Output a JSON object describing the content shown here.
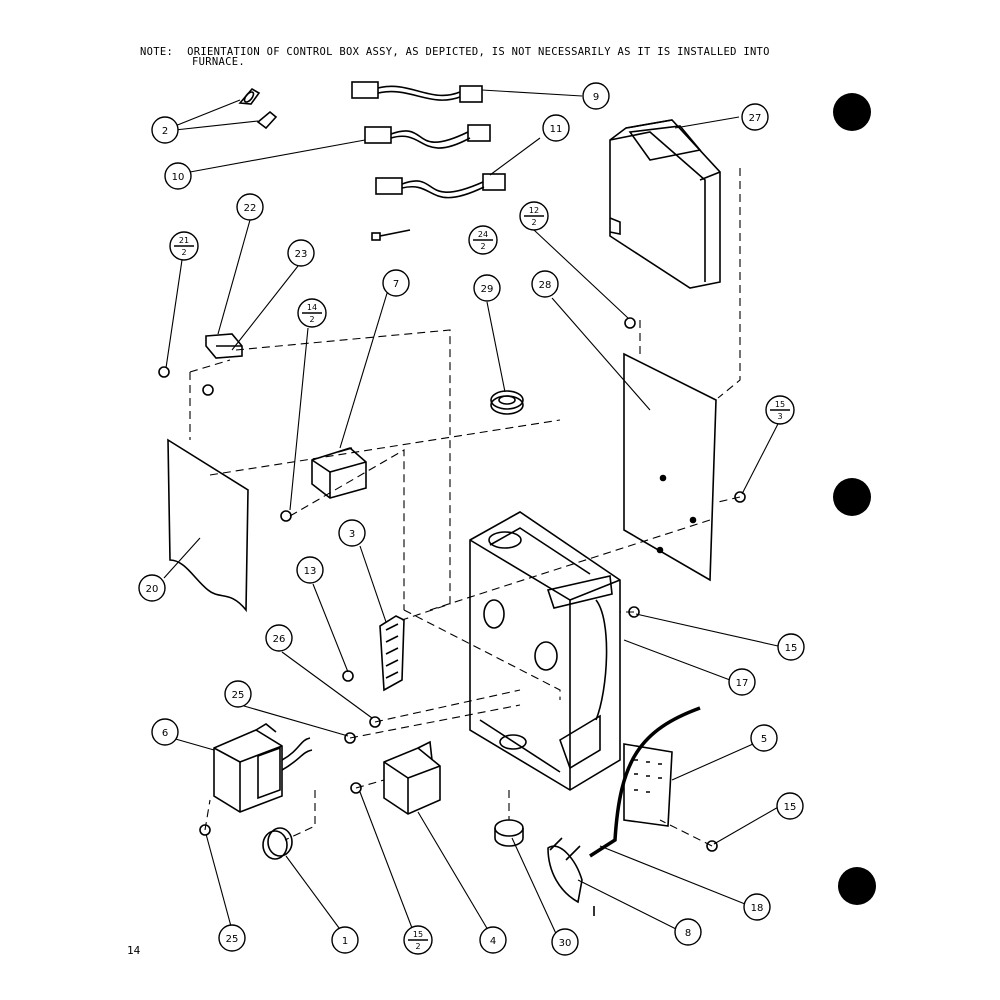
{
  "note": {
    "lead": "NOTE:",
    "line1": "ORIENTATION OF CONTROL BOX ASSY, AS DEPICTED, IS NOT NECESSARILY AS IT IS INSTALLED INTO",
    "line2": "FURNACE."
  },
  "page_number": "14",
  "callouts": {
    "c1": "1",
    "c2": "2",
    "c3": "3",
    "c4": "4",
    "c5": "5",
    "c6": "6",
    "c7": "7",
    "c8": "8",
    "c9": "9",
    "c10": "10",
    "c11": "11",
    "c12_num": "12",
    "c12_den": "2",
    "c13": "13",
    "c14_num": "14",
    "c14_den": "2",
    "c15a": "15",
    "c15b_num": "15",
    "c15b_den": "3",
    "c15c": "15",
    "c15d_num": "15",
    "c15d_den": "2",
    "c17": "17",
    "c18": "18",
    "c20": "20",
    "c21_num": "21",
    "c21_den": "2",
    "c22": "22",
    "c23": "23",
    "c24_num": "24",
    "c24_den": "2",
    "c25a": "25",
    "c25b": "25",
    "c26": "26",
    "c27": "27",
    "c28": "28",
    "c29": "29",
    "c30": "30"
  }
}
